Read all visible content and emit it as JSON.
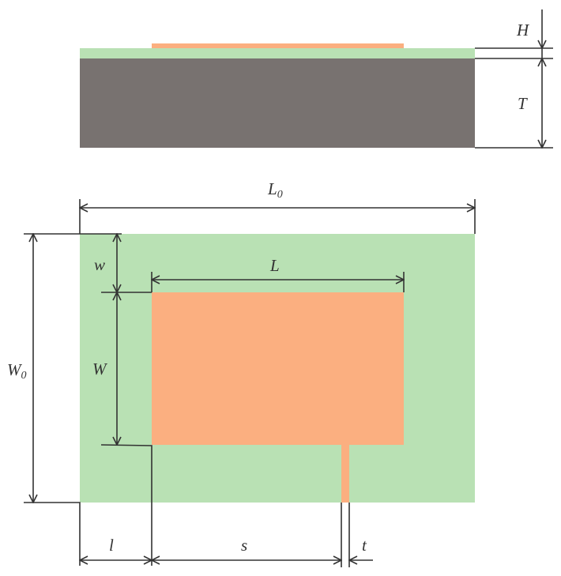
{
  "diagram": {
    "type": "microstrip patch antenna geometry",
    "colors": {
      "patch": "#FBAF80",
      "substrate": "#B9E1B4",
      "ground": "#787270",
      "line": "#333333"
    },
    "side_view": {
      "labels": {
        "H": "H",
        "T": "T"
      },
      "layers": [
        "patch",
        "substrate",
        "ground"
      ]
    },
    "top_view": {
      "labels": {
        "L0": "L",
        "L0_sub": "0",
        "L": "L",
        "w": "w",
        "W": "W",
        "W0": "W",
        "W0_sub": "0",
        "l": "l",
        "s": "s",
        "t": "t"
      }
    }
  }
}
